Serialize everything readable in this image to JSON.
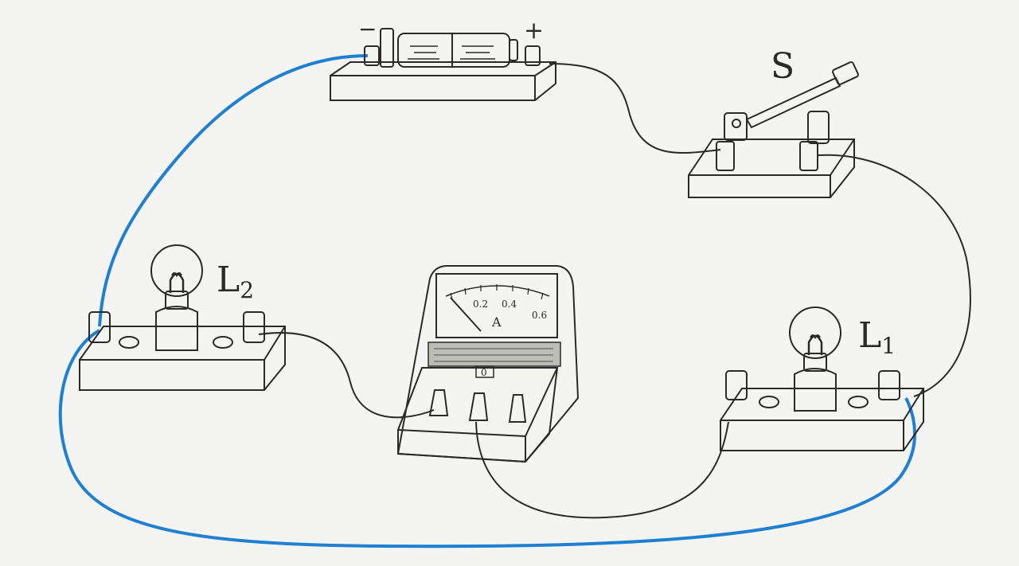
{
  "labels": {
    "switch": "S",
    "lamp2": "L",
    "lamp2_sub": "2",
    "lamp1": "L",
    "lamp1_sub": "1",
    "battery_minus": "−",
    "battery_plus": "+",
    "ammeter_unit": "A",
    "ammeter_scale": [
      "0.2",
      "0.4",
      "0.6"
    ],
    "ammeter_zero": "0"
  },
  "colors": {
    "ink": "#2a2a2a",
    "wire_highlight": "#1f7fd0",
    "paper": "#f4f4f2",
    "board": "#fbfbf9"
  }
}
